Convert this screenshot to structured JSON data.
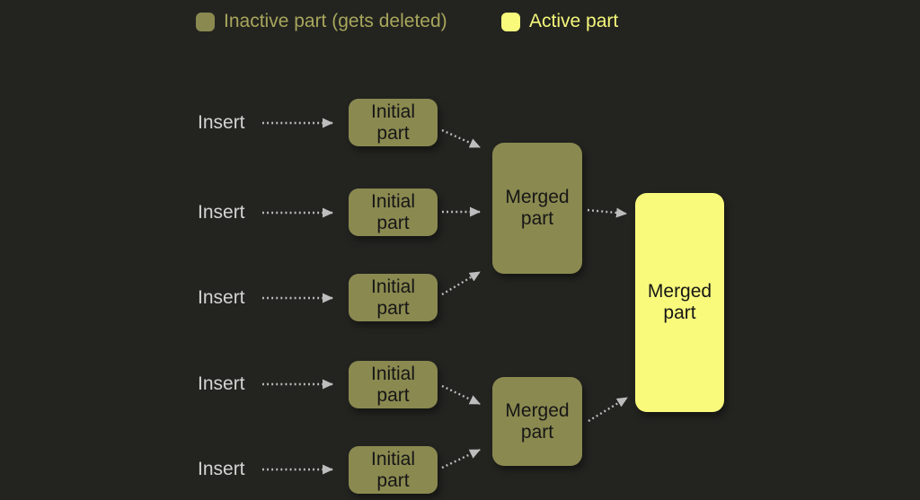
{
  "legend": {
    "inactive_label": "Inactive part (gets deleted)",
    "active_label": "Active part"
  },
  "nodes": {
    "inserts": [
      "Insert",
      "Insert",
      "Insert",
      "Insert",
      "Insert"
    ],
    "initial_parts": [
      "Initial part",
      "Initial part",
      "Initial part",
      "Initial part",
      "Initial part"
    ],
    "merged_top": "Merged part",
    "merged_bottom": "Merged part",
    "merged_final": "Merged part"
  },
  "colors": {
    "background": "#232420",
    "inactive_part_fill": "#8a8950",
    "active_part_fill": "#f9fa7c",
    "legend_inactive_text": "#a8a65c",
    "legend_active_text": "#f5f77a",
    "insert_text": "#d4d4d2",
    "arrow": "#bdbdbd",
    "node_text": "#161616"
  }
}
